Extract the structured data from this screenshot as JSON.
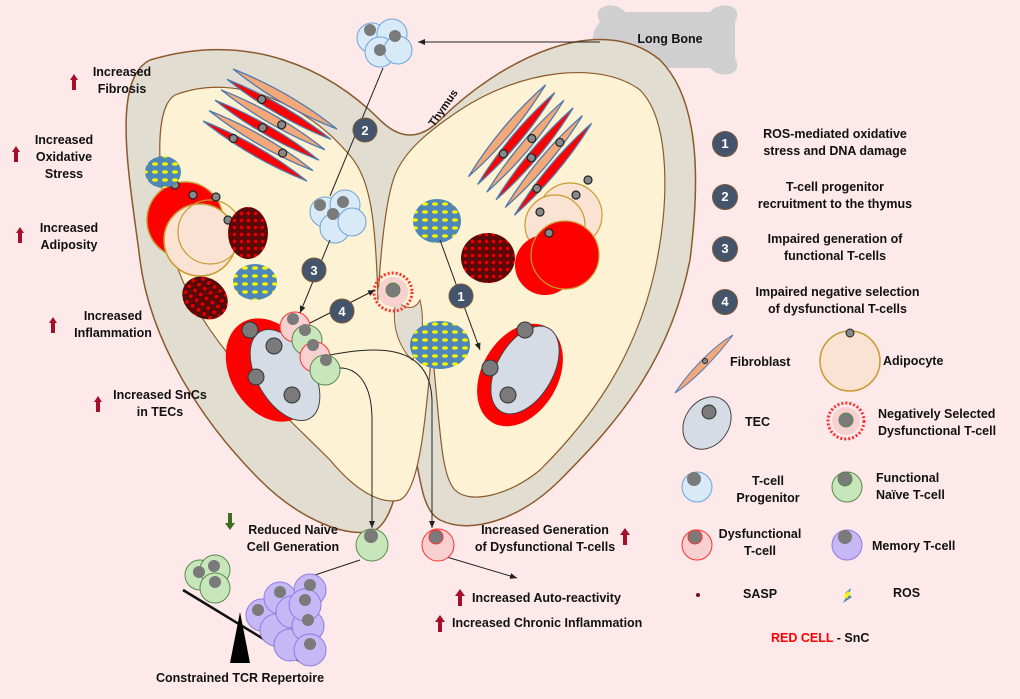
{
  "colors": {
    "background": "#fde9ea",
    "thymus_capsule": "#e2ddd1",
    "thymus_outline": "#8b5a2b",
    "thymus_inner": "#fdf2d3",
    "sn_red": "#ff0000",
    "fibroblast": "#f2a878",
    "tec": "#d6dce6",
    "progenitor": "#d8eaf8",
    "naive": "#c8e6bc",
    "dysfunctional": "#f8d0d0",
    "memory": "#c6b8f4",
    "nucleus": "#7a7a7a",
    "step_badge": "#44546a",
    "up_arrow": "#a50f2a",
    "down_arrow": "#3c6e1e",
    "bone": "#cfcfcf"
  },
  "labels": {
    "long_bone": "Long Bone",
    "thymus": "Thymus",
    "constrained_tcr": "Constrained TCR Repertoire",
    "reduced_naive_line1": "Reduced Naive",
    "reduced_naive_line2": "Cell Generation",
    "increased_dysfunctional_line1": "Increased Generation",
    "increased_dysfunctional_line2": "of Dysfunctional T-cells",
    "auto_reactivity": "Increased Auto-reactivity",
    "chronic_inflammation": "Increased Chronic Inflammation"
  },
  "left_effects": [
    {
      "line1": "Increased",
      "line2": "Fibrosis",
      "line3": "",
      "direction": "up"
    },
    {
      "line1": "Increased",
      "line2": "Oxidative",
      "line3": "Stress",
      "direction": "up"
    },
    {
      "line1": "Increased",
      "line2": "Adiposity",
      "line3": "",
      "direction": "up"
    },
    {
      "line1": "Increased",
      "line2": "Inflammation",
      "line3": "",
      "direction": "up"
    },
    {
      "line1": "Increased SnCs",
      "line2": "in TECs",
      "line3": "",
      "direction": "up"
    }
  ],
  "steps": [
    {
      "number": "1",
      "line1": "ROS-mediated oxidative",
      "line2": "stress and DNA damage"
    },
    {
      "number": "2",
      "line1": "T-cell progenitor",
      "line2": "recruitment to the thymus"
    },
    {
      "number": "3",
      "line1": "Impaired generation of",
      "line2": "functional T-cells"
    },
    {
      "number": "4",
      "line1": "Impaired negative selection",
      "line2": "of dysfunctional T-cells"
    }
  ],
  "legend": {
    "fibroblast": "Fibroblast",
    "adipocyte": "Adipocyte",
    "tec": "TEC",
    "neg_selected_line1": "Negatively Selected",
    "neg_selected_line2": "Dysfunctional T-cell",
    "progenitor_line1": "T-cell",
    "progenitor_line2": "Progenitor",
    "naive_line1": "Functional",
    "naive_line2": "Naïve T-cell",
    "dysfunctional_line1": "Dysfunctional",
    "dysfunctional_line2": "T-cell",
    "memory": "Memory T-cell",
    "sasp": "SASP",
    "ros": "ROS",
    "red_cell": "RED CELL",
    "red_cell_suffix": " - SnC"
  }
}
